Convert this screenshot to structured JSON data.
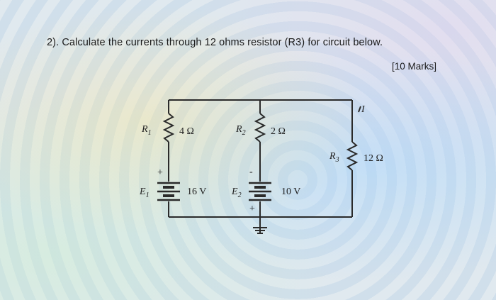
{
  "question": {
    "text": "2). Calculate the currents through 12 ohms resistor (R3) for circuit below.",
    "marks": "[10 Marks]"
  },
  "circuit": {
    "r1": {
      "name": "R",
      "sub": "1",
      "value": "4 Ω"
    },
    "r2": {
      "name": "R",
      "sub": "2",
      "value": "2 Ω"
    },
    "r3": {
      "name": "R",
      "sub": "3",
      "value": "12 Ω"
    },
    "e1": {
      "name": "E",
      "sub": "1",
      "value": "16 V",
      "plus": "+"
    },
    "e2": {
      "name": "E",
      "sub": "2",
      "value": "10 V",
      "plus": "+",
      "minus": "-"
    },
    "current_label": "I"
  }
}
